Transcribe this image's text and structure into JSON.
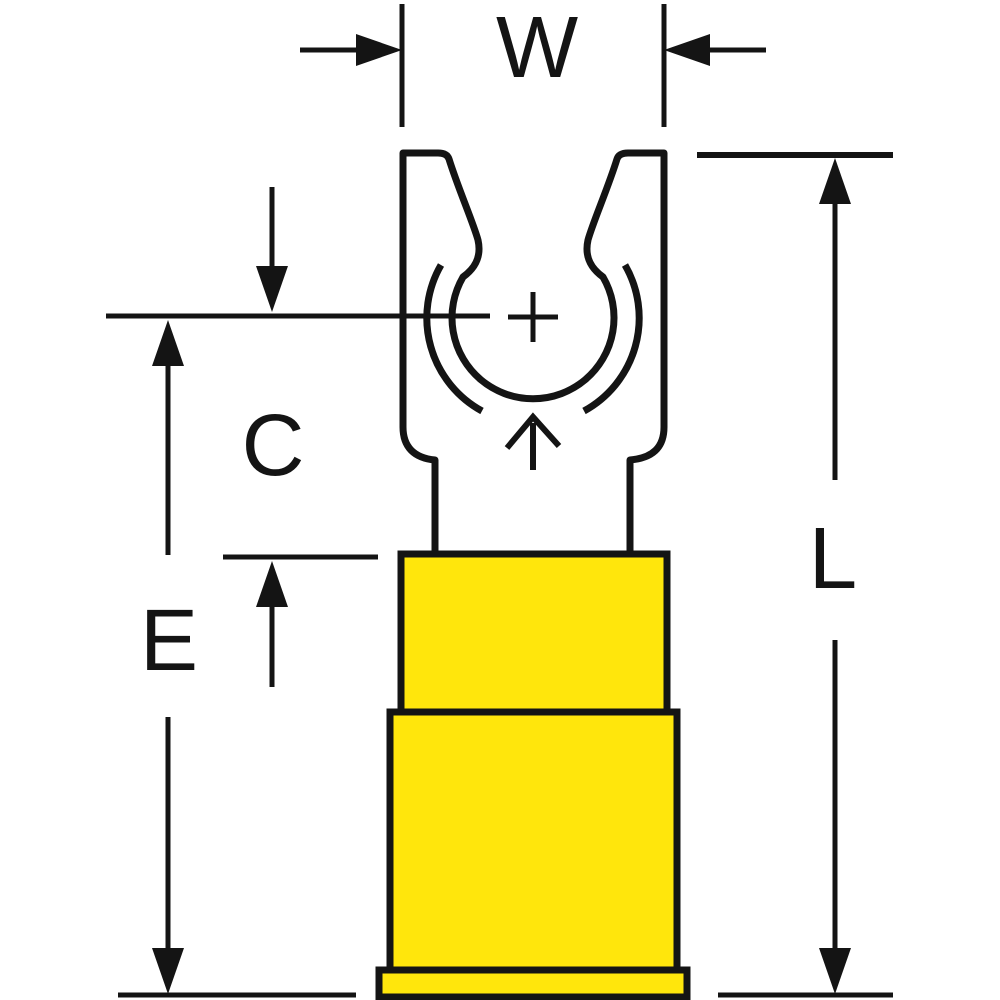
{
  "diagram": {
    "labels": {
      "w": "W",
      "c": "C",
      "e": "E",
      "l": "L"
    },
    "colors": {
      "insulation": "#ffe60c",
      "line": "#141414"
    }
  }
}
